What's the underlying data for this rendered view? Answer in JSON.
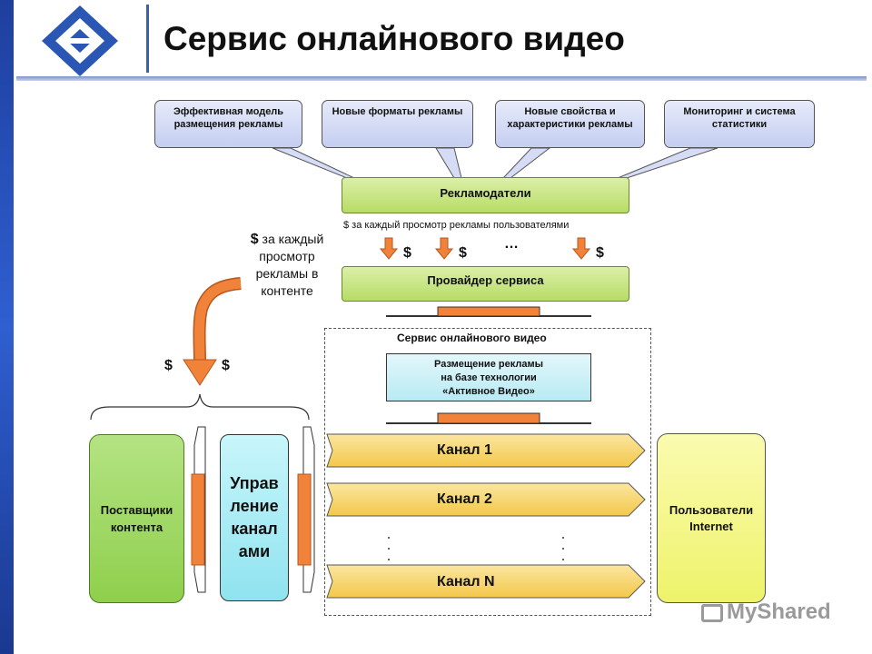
{
  "header": {
    "title": "Сервис онлайнового видео"
  },
  "callouts": [
    "Эффективная модель размещения рекламы",
    "Новые форматы рекламы",
    "Новые свойства и характеристики рекламы",
    "Мониторинг и система статистики"
  ],
  "advertisers": "Рекламодатели",
  "payment_note": "$ за каждый просмотр рекламы пользователями",
  "content_payment": {
    "symbol": "$",
    "text": "за каждый просмотр рекламы в контенте"
  },
  "dollar": "$",
  "ellipsis": "…",
  "provider": "Провайдер сервиса",
  "service_label": "Сервис онлайнового видео",
  "tech": {
    "line1": "Размещение рекламы",
    "line2": "на базе технологии",
    "line3": "«Активное Видео»"
  },
  "suppliers": {
    "line1": "Поставщики",
    "line2": "контента"
  },
  "management": {
    "l1": "Управ",
    "l2": "ление",
    "l3": "канал",
    "l4": "ами"
  },
  "channels": [
    "Канал 1",
    "Канал 2",
    "Канал N"
  ],
  "users": {
    "line1": "Пользователи",
    "line2": "Internet"
  },
  "watermark": "MyShared",
  "colors": {
    "arrow_orange": "#f0823a",
    "green": "#b7dc66",
    "cyan": "#8fe3ef",
    "yellow": "#eef36a"
  }
}
